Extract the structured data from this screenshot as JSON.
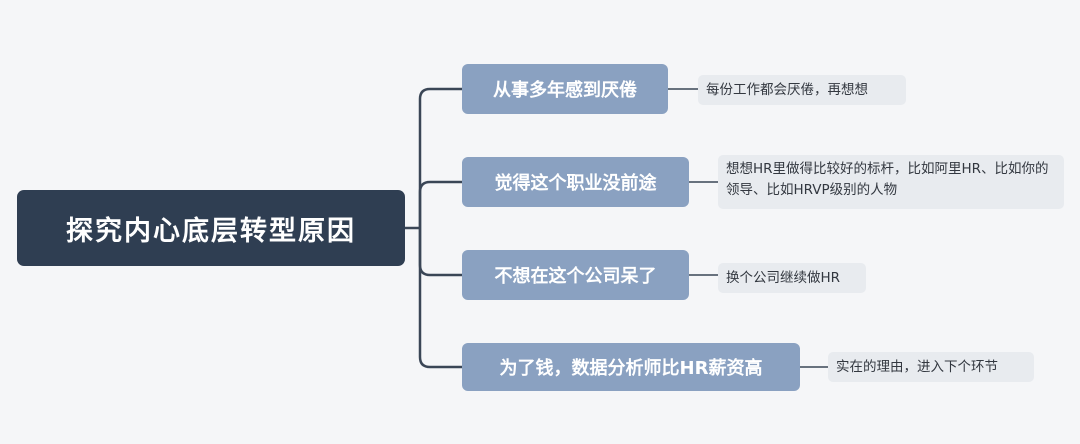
{
  "mindmap": {
    "root": {
      "label": "探究内心底层转型原因"
    },
    "branches": [
      {
        "label": "从事多年感到厌倦",
        "note": "每份工作都会厌倦，再想想"
      },
      {
        "label": "觉得这个职业没前途",
        "note": "想想HR里做得比较好的标杆，比如阿里HR、比如你的领导、比如HRVP级别的人物"
      },
      {
        "label": "不想在这个公司呆了",
        "note": "换个公司继续做HR"
      },
      {
        "label": "为了钱，数据分析师比HR薪资高",
        "note": "实在的理由，进入下个环节"
      }
    ]
  },
  "colors": {
    "background": "#f5f6f8",
    "root_fill": "#2f3e52",
    "branch_fill": "#8aa1c1",
    "leaf_fill": "#e8ebef",
    "connector": "#3a4656"
  }
}
